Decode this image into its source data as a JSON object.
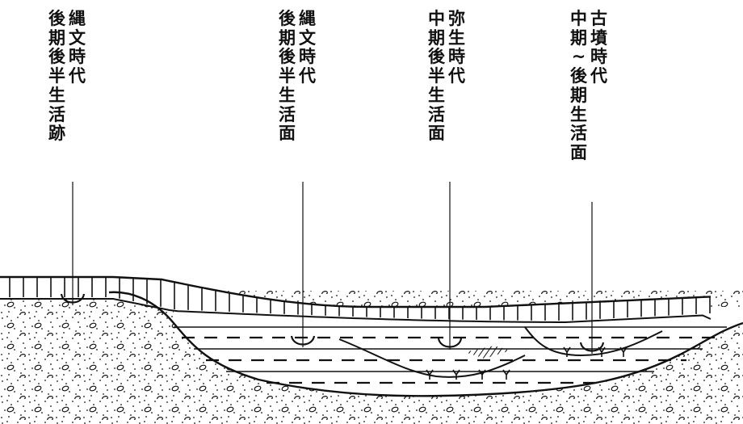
{
  "labels": [
    {
      "id": "jomon-late-site",
      "columns": [
        "縄文時代",
        "後期後半生活跡"
      ]
    },
    {
      "id": "jomon-late-surface",
      "columns": [
        "縄文時代",
        "後期後半生活面"
      ]
    },
    {
      "id": "yayoi-middle-surface",
      "columns": [
        "弥生時代",
        "中期後半生活面"
      ]
    },
    {
      "id": "kofun-surface",
      "columns": [
        "古墳時代",
        "中期~後期生活面"
      ]
    }
  ],
  "colors": {
    "ink": "#111111",
    "ground": "#ffffff"
  }
}
